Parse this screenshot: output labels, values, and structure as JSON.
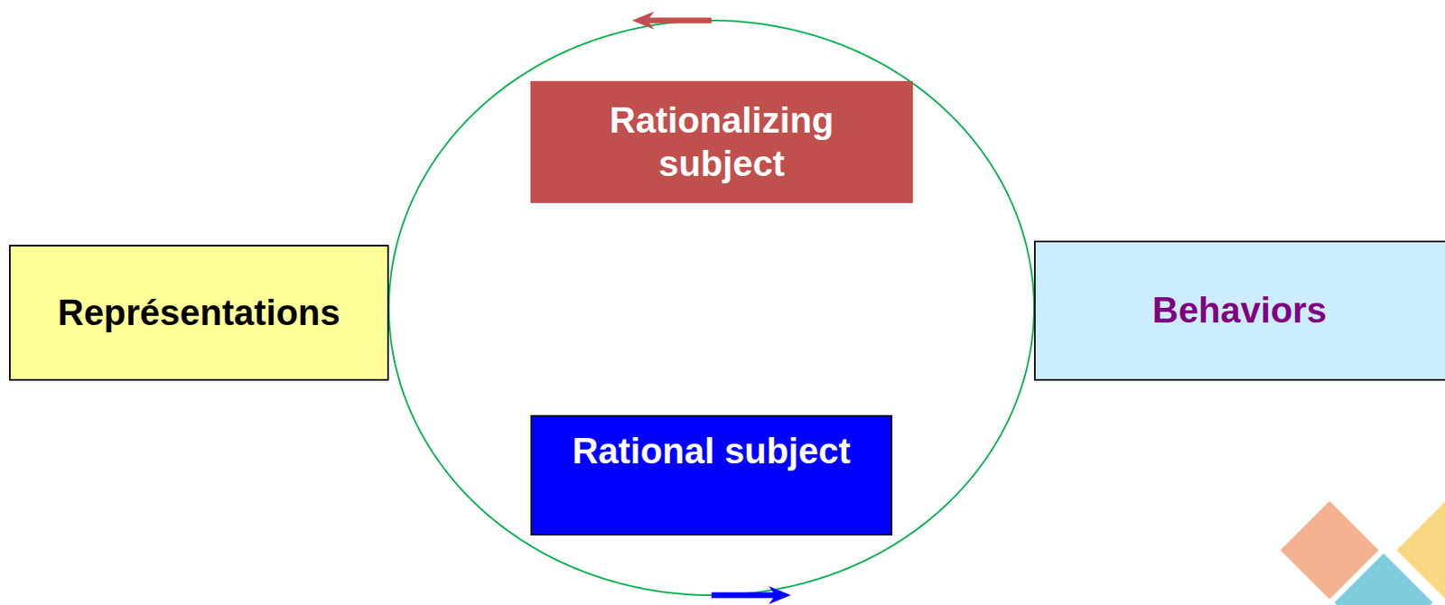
{
  "diagram": {
    "nodes": [
      {
        "text": [
          "Représentations"
        ]
      },
      {
        "text": [
          "Rationalizing subject"
        ]
      },
      {
        "text": [
          "Rational subject"
        ]
      },
      {
        "text": [
          "Behaviors"
        ]
      }
    ],
    "edges": [
      {
        "from": 0,
        "to": 3,
        "arrow": "to"
      },
      {
        "from": 3,
        "to": 0,
        "arrow": "to"
      }
    ]
  }
}
